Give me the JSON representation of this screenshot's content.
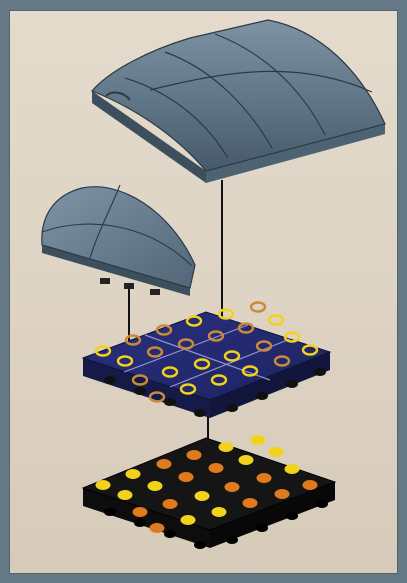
{
  "illustration": {
    "kind": "exploded-assembly",
    "parts": [
      {
        "name": "curved-roof-wedge",
        "color": "#5c7384"
      },
      {
        "name": "rounded-wedge-plate",
        "color": "#5c7384"
      },
      {
        "name": "blue-plate-4x6",
        "color": "#1f2563"
      },
      {
        "name": "black-base-plate-4x6",
        "color": "#141414"
      }
    ],
    "stud_colors": {
      "yellow": "#f2d21a",
      "orange": "#e07a1f",
      "tan": "#c98a3a"
    },
    "colors": {
      "background": "#ddd2c2",
      "border": "#657886",
      "connector_line": "#111111"
    }
  }
}
